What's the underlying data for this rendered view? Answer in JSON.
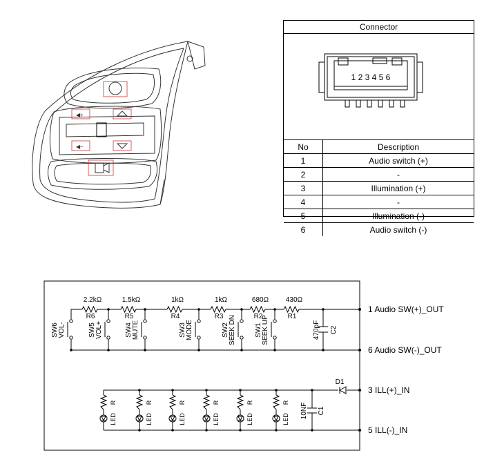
{
  "connector": {
    "title": "Connector",
    "pin_numbers": "1 2 3 4 5 6",
    "header_no": "No",
    "header_desc": "Description",
    "rows": [
      {
        "no": "1",
        "desc": "Audio switch (+)"
      },
      {
        "no": "2",
        "desc": "-"
      },
      {
        "no": "3",
        "desc": "Illumination (+)"
      },
      {
        "no": "4",
        "desc": "-"
      },
      {
        "no": "5",
        "desc": "Illumination (-)"
      },
      {
        "no": "6",
        "desc": "Audio switch (-)"
      }
    ]
  },
  "schematic": {
    "resistors": [
      {
        "value": "2.2kΩ",
        "ref": "R6"
      },
      {
        "value": "1.5kΩ",
        "ref": "R5"
      },
      {
        "value": "1kΩ",
        "ref": "R4"
      },
      {
        "value": "1kΩ",
        "ref": "R3"
      },
      {
        "value": "680Ω",
        "ref": "R2"
      },
      {
        "value": "430Ω",
        "ref": "R1"
      }
    ],
    "switches": [
      {
        "ref": "SW6",
        "name": "VOL-"
      },
      {
        "ref": "SW5",
        "name": "VOL+"
      },
      {
        "ref": "SW4",
        "name": "MUTE"
      },
      {
        "ref": "SW3",
        "name": "MODE"
      },
      {
        "ref": "SW2",
        "name": "SEEK DN"
      },
      {
        "ref": "SW1",
        "name": "SEEK UP"
      }
    ],
    "cap2_value": "470pF",
    "cap2_ref": "C2",
    "cap1_value": "10NF",
    "cap1_ref": "C1",
    "diode_ref": "D1",
    "led_label": "LED",
    "led_res_label": "R",
    "terminals": [
      {
        "label": "1  Audio SW(+)_OUT"
      },
      {
        "label": "6  Audio SW(-)_OUT"
      },
      {
        "label": "3  ILL(+)_IN"
      },
      {
        "label": "5  ILL(-)_IN"
      }
    ]
  }
}
